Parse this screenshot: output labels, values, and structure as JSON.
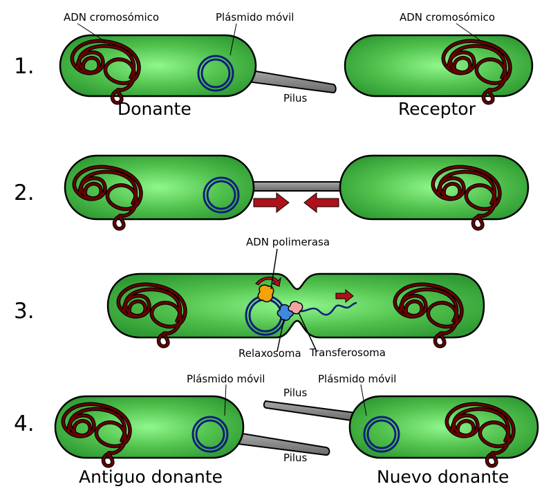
{
  "steps": [
    "1.",
    "2.",
    "3.",
    "4."
  ],
  "labels": {
    "chromosomal_dna": "ADN cromosómico",
    "mobile_plasmid": "Plásmido móvil",
    "pilus": "Pilus",
    "donor": "Donante",
    "recipient": "Receptor",
    "dna_polymerase": "ADN polimerasa",
    "relaxosome": "Relaxosoma",
    "transferosome": "Transferosoma",
    "old_donor": "Antiguo donante",
    "new_donor": "Nuevo donante"
  },
  "colors": {
    "cell_fill": "#3fb043",
    "cell_highlight": "#8cf28a",
    "chromosome": "#6b0000",
    "plasmid": "#0d1f7a",
    "pilus": "#8a8a8a",
    "arrow": "#b0101a",
    "polymerase": "#f2a20a",
    "relaxosome": "#3f88e0",
    "transferosome": "#f0a4a4"
  }
}
